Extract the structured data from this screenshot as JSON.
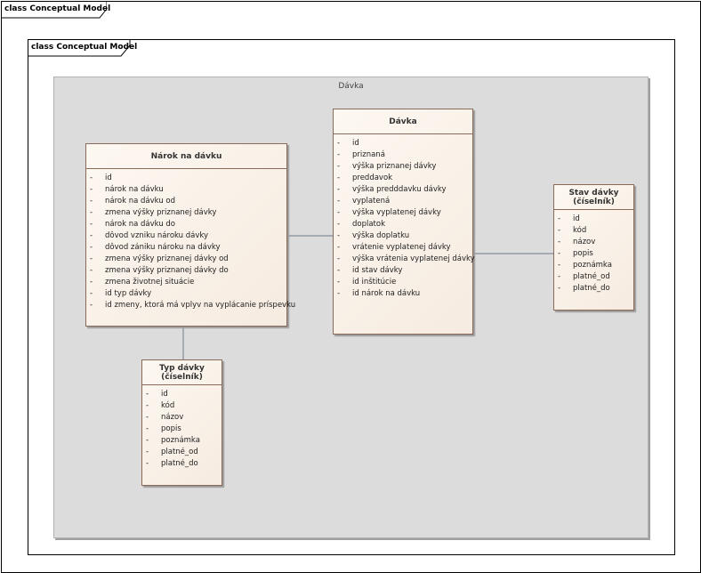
{
  "outer_frame": {
    "label": "class Conceptual Model"
  },
  "inner_frame": {
    "label": "class Conceptual Model"
  },
  "package": {
    "label": "Dávka"
  },
  "classes": {
    "narok": {
      "title": "Nárok na dávku",
      "attributes": [
        "id",
        "nárok na dávku",
        "nárok na dávku od",
        "zmena výšky priznanej dávky",
        "nárok na dávku do",
        "dôvod vzniku nároku dávky",
        "dôvod zániku nároku na dávky",
        "zmena výšky priznanej dávky od",
        "zmena výšky priznanej dávky do",
        "zmena životnej situácie",
        "id typ dávky",
        "id zmeny, ktorá má vplyv na vyplácanie príspevku"
      ]
    },
    "davka": {
      "title": "Dávka",
      "attributes": [
        "id",
        "priznaná",
        "výška priznanej dávky",
        "preddavok",
        "výška predddavku dávky",
        "vyplatená",
        "výška vyplatenej dávky",
        "doplatok",
        "výška doplatku",
        "vrátenie vyplatenej dávky",
        "výška vrátenia vyplatenej dávky",
        "id stav dávky",
        "id inštitúcie",
        "id nárok na dávku"
      ]
    },
    "stav": {
      "title": "Stav dávky (číselník)",
      "attributes": [
        "id",
        "kód",
        "názov",
        "popis",
        "poznámka",
        "platné_od",
        "platné_do"
      ]
    },
    "typ": {
      "title": "Typ dávky (číselník)",
      "attributes": [
        "id",
        "kód",
        "názov",
        "popis",
        "poznámka",
        "platné_od",
        "platné_do"
      ]
    }
  },
  "attr_prefix": "-"
}
